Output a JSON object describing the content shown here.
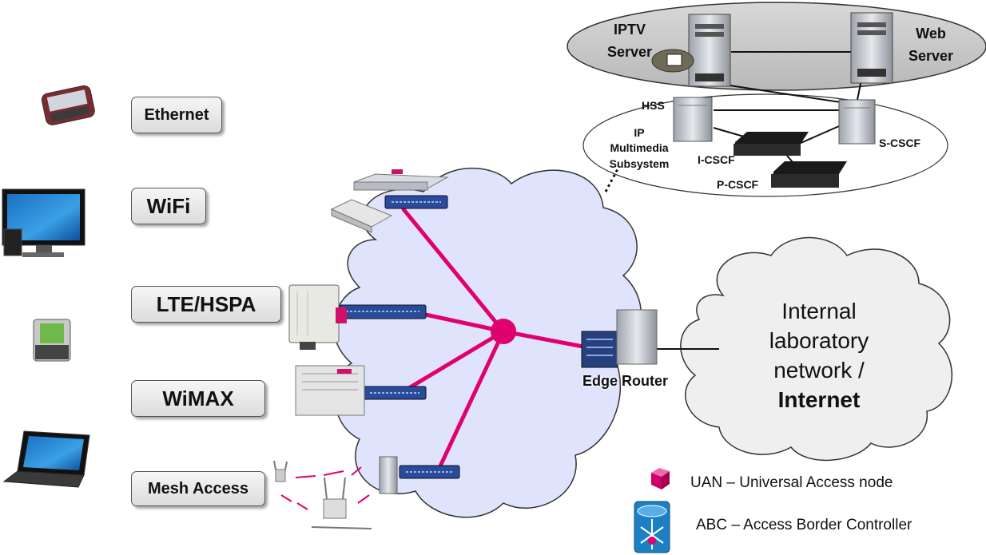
{
  "access_technologies": [
    {
      "label": "Ethernet"
    },
    {
      "label": "WiFi"
    },
    {
      "label": "LTE/HSPA"
    },
    {
      "label": "WiMAX"
    },
    {
      "label": "Mesh Access"
    }
  ],
  "services": {
    "iptv_server_line1": "IPTV",
    "iptv_server_line2": "Server",
    "web_server_line1": "Web",
    "web_server_line2": "Server"
  },
  "ims": {
    "title_line1": "IP",
    "title_line2": "Multimedia",
    "title_line3": "Subsystem",
    "hss": "HSS",
    "i_cscf": "I-CSCF",
    "p_cscf": "P-CSCF",
    "s_cscf": "S-CSCF"
  },
  "edge_router_label": "Edge Router",
  "internet_cloud": {
    "line1": "Internal",
    "line2": "laboratory",
    "line3": "network /",
    "line4": "Internet"
  },
  "legend": [
    {
      "icon": "uan-cube-icon",
      "text": "UAN – Universal Access node"
    },
    {
      "icon": "abc-router-icon",
      "text": "ABC – Access Border Controller"
    }
  ],
  "colors": {
    "link_magenta": "#e0006f",
    "access_cloud": "#dfe3fb",
    "internet_cloud": "#efefef",
    "switch_blue": "#2a4a9a"
  }
}
